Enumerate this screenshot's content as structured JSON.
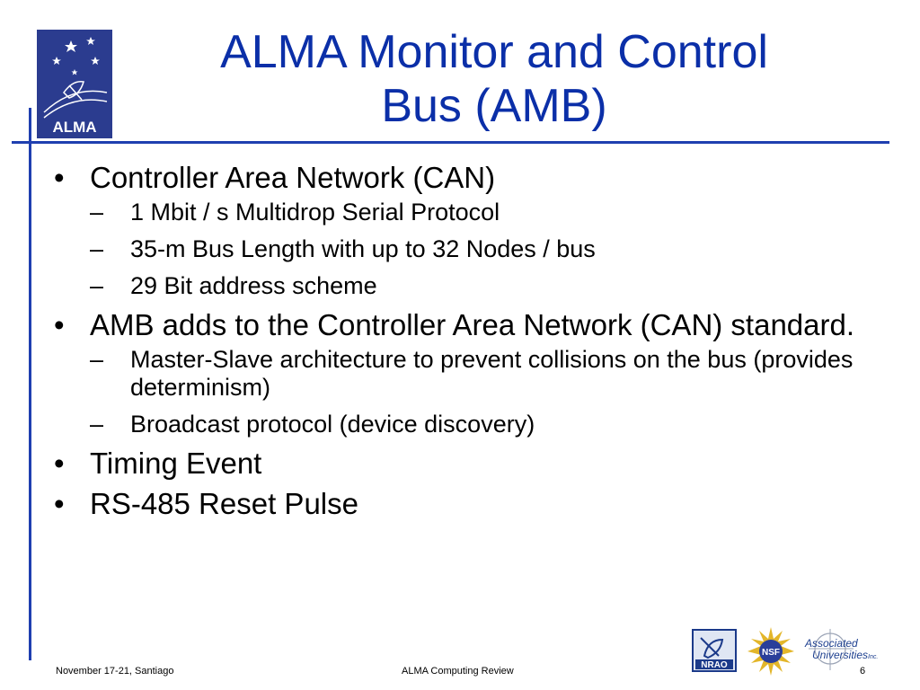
{
  "slide": {
    "title_line1": "ALMA Monitor and Control",
    "title_line2": "Bus (AMB)",
    "bullets": [
      {
        "marker": "•",
        "text": "Controller Area Network (CAN)",
        "subs": [
          {
            "marker": "–",
            "text": "1 Mbit / s Multidrop Serial Protocol"
          },
          {
            "marker": "–",
            "text": "35-m Bus Length with up to 32 Nodes / bus"
          },
          {
            "marker": "–",
            "text": "29 Bit address scheme"
          }
        ]
      },
      {
        "marker": "•",
        "text": "AMB adds to the Controller Area Network (CAN) standard.",
        "subs": [
          {
            "marker": "–",
            "text": "Master-Slave architecture to prevent collisions on the bus (provides determinism)"
          },
          {
            "marker": "–",
            "text": "Broadcast protocol (device discovery)"
          }
        ]
      },
      {
        "marker": "•",
        "text": "Timing Event",
        "subs": []
      },
      {
        "marker": "•",
        "text": "RS-485 Reset Pulse",
        "subs": []
      }
    ]
  },
  "footer": {
    "left": "November 17-21, Santiago",
    "center": "ALMA Computing Review",
    "page_number": "6"
  },
  "logos": {
    "alma_text": "ALMA",
    "nrao_text": "NRAO",
    "nsf_text": "NSF",
    "aui_line1": "Associated",
    "aui_line2": "Universities",
    "aui_suffix": "Inc."
  },
  "colors": {
    "title": "#0b2fa8",
    "rule": "#1f3fb0",
    "alma_logo_bg": "#2b3c8f",
    "body_text": "#000000"
  },
  "icons": {
    "alma_logo": "alma-logo-icon",
    "nrao_logo": "nrao-logo-icon",
    "nsf_logo": "nsf-logo-icon",
    "aui_logo": "aui-logo-icon"
  }
}
